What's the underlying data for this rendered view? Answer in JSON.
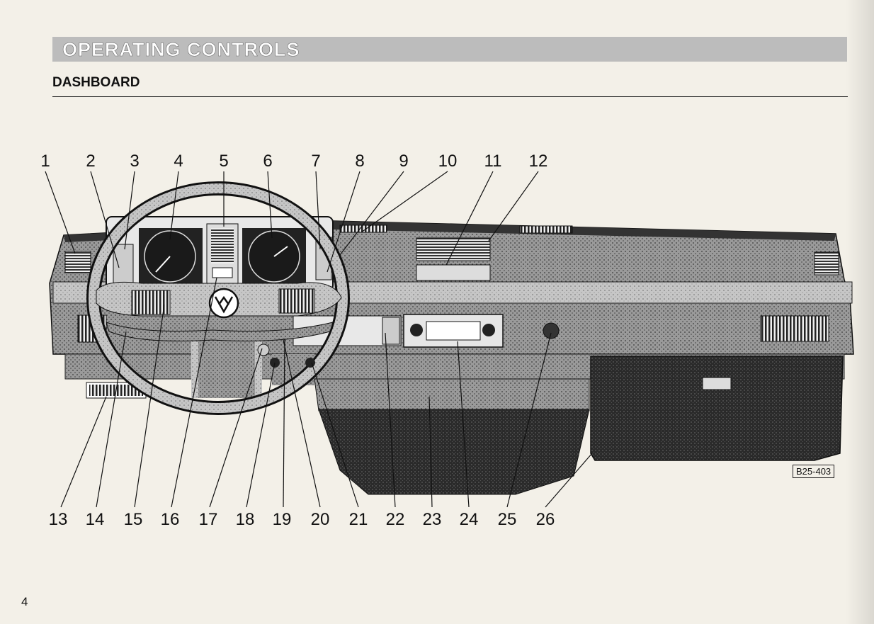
{
  "header": {
    "title": "OPERATING CONTROLS"
  },
  "section": {
    "title": "DASHBOARD"
  },
  "figure": {
    "callouts_top": [
      "1",
      "2",
      "3",
      "4",
      "5",
      "6",
      "7",
      "8",
      "9",
      "10",
      "11",
      "12"
    ],
    "callouts_bottom": [
      "13",
      "14",
      "15",
      "16",
      "17",
      "18",
      "19",
      "20",
      "21",
      "22",
      "23",
      "24",
      "25",
      "26"
    ],
    "reference": "B25-403"
  },
  "page": {
    "number": "4"
  }
}
